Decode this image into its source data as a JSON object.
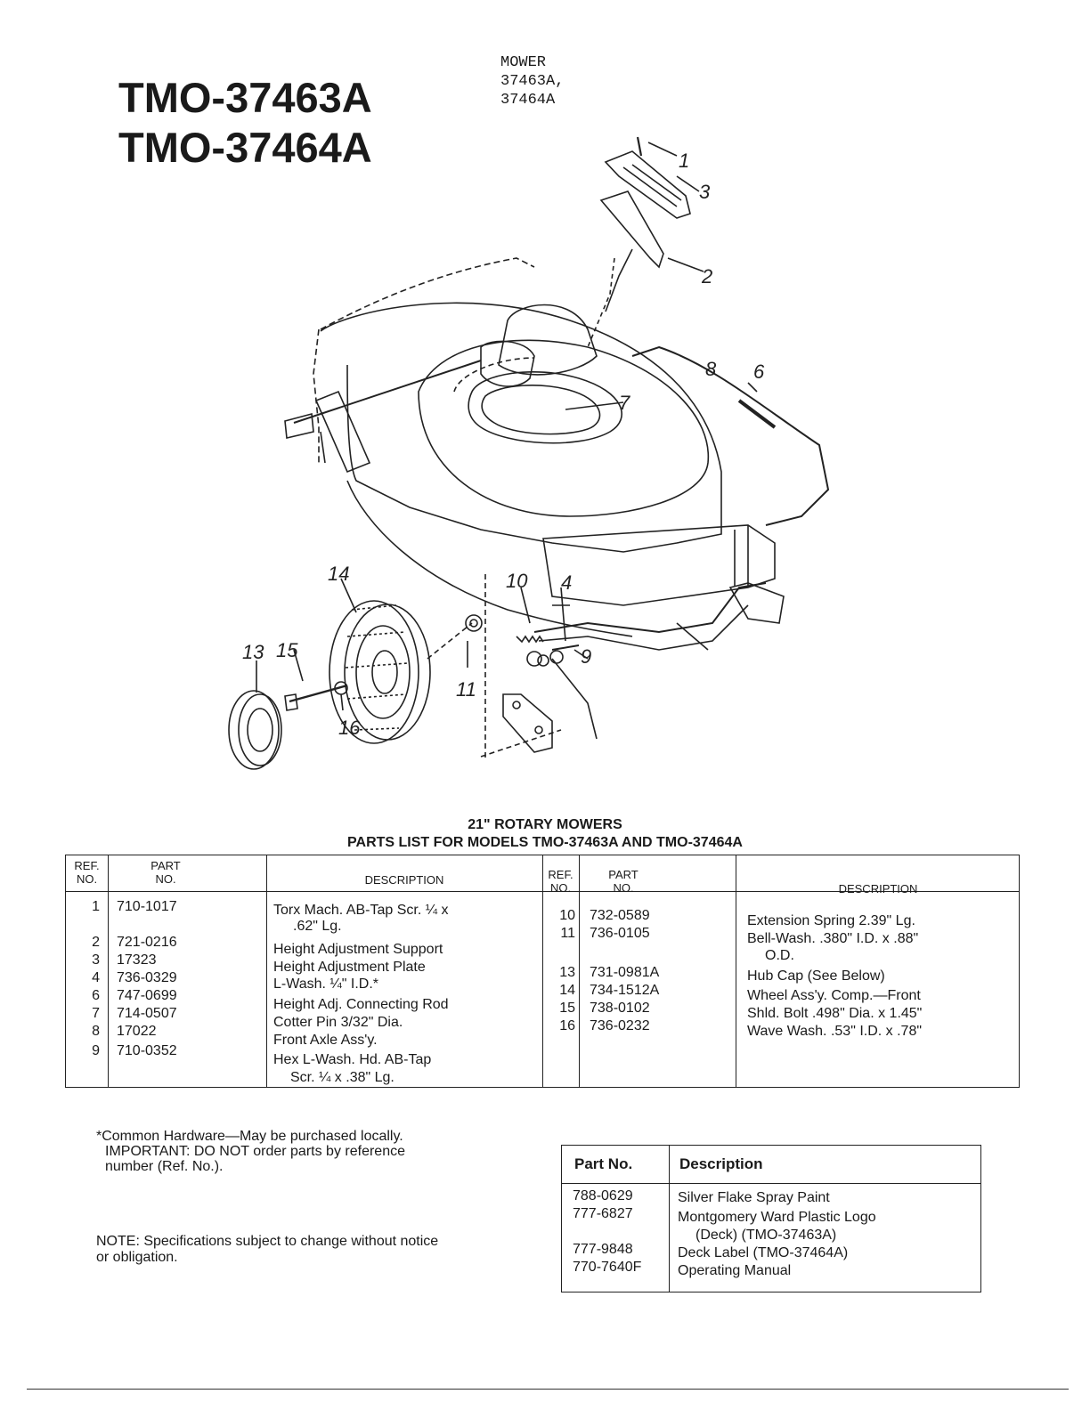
{
  "header": {
    "models": [
      "TMO-37463A",
      "TMO-37464A"
    ],
    "mower_label": [
      "MOWER",
      "37463A,",
      "37464A"
    ]
  },
  "diagram": {
    "callouts": [
      "1",
      "2",
      "3",
      "4",
      "6",
      "7",
      "8",
      "9",
      "10",
      "11",
      "13",
      "14",
      "15",
      "16"
    ]
  },
  "parts_list": {
    "heading_1": "21\" ROTARY MOWERS",
    "heading_2": "PARTS LIST FOR MODELS TMO-37463A AND TMO-37464A",
    "col_ref": [
      "REF.",
      "NO."
    ],
    "col_part": [
      "PART",
      "NO."
    ],
    "col_desc": "DESCRIPTION",
    "left_rows": [
      {
        "ref": "1",
        "part": "710-1017",
        "desc": [
          "Torx Mach. AB-Tap Scr. ¼ x",
          ".62\" Lg."
        ]
      },
      {
        "ref": "2",
        "part": "721-0216",
        "desc": [
          "Height Adjustment Support"
        ]
      },
      {
        "ref": "3",
        "part": "17323",
        "desc": [
          "Height Adjustment Plate"
        ]
      },
      {
        "ref": "4",
        "part": "736-0329",
        "desc": [
          "L-Wash. ¼\" I.D.*"
        ]
      },
      {
        "ref": "6",
        "part": "747-0699",
        "desc": [
          "Height Adj. Connecting Rod"
        ]
      },
      {
        "ref": "7",
        "part": "714-0507",
        "desc": [
          "Cotter Pin 3/32\" Dia."
        ]
      },
      {
        "ref": "8",
        "part": "17022",
        "desc": [
          "Front Axle Ass'y."
        ]
      },
      {
        "ref": "9",
        "part": "710-0352",
        "desc": [
          "Hex L-Wash. Hd. AB-Tap",
          "Scr. ¼ x .38\" Lg."
        ]
      }
    ],
    "right_rows": [
      {
        "ref": "10",
        "part": "732-0589",
        "desc": [
          "Extension Spring 2.39\" Lg."
        ]
      },
      {
        "ref": "11",
        "part": "736-0105",
        "desc": [
          "Bell-Wash. .380\" I.D. x .88\"",
          "O.D."
        ]
      },
      {
        "ref": "13",
        "part": "731-0981A",
        "desc": [
          "Hub Cap (See Below)"
        ]
      },
      {
        "ref": "14",
        "part": "734-1512A",
        "desc": [
          "Wheel Ass'y. Comp.—Front"
        ]
      },
      {
        "ref": "15",
        "part": "738-0102",
        "desc": [
          "Shld. Bolt .498\" Dia. x 1.45\""
        ]
      },
      {
        "ref": "16",
        "part": "736-0232",
        "desc": [
          "Wave Wash. .53\" I.D. x .78\""
        ]
      }
    ]
  },
  "notes": {
    "common_hardware": [
      "*Common Hardware—May be purchased locally.",
      "IMPORTANT: DO NOT order parts by reference",
      "number (Ref. No.)."
    ],
    "specifications": [
      "NOTE: Specifications subject to change without notice",
      "or obligation."
    ]
  },
  "misc_table": {
    "col_part": "Part No.",
    "col_desc": "Description",
    "rows": [
      {
        "part": "788-0629",
        "desc": [
          "Silver Flake Spray Paint"
        ]
      },
      {
        "part": "777-6827",
        "desc": [
          "Montgomery Ward Plastic Logo",
          "(Deck) (TMO-37463A)"
        ]
      },
      {
        "part": "777-9848",
        "desc": [
          "Deck Label (TMO-37464A)"
        ]
      },
      {
        "part": "770-7640F",
        "desc": [
          "Operating Manual"
        ]
      }
    ]
  }
}
